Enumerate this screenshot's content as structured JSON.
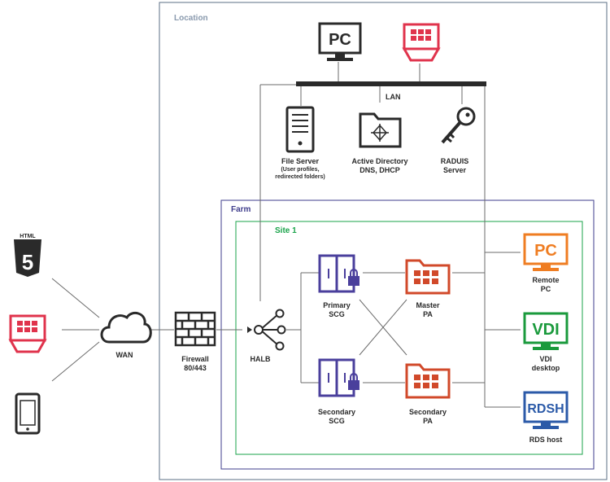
{
  "regions": {
    "location": "Location",
    "farm": "Farm",
    "site": "Site 1",
    "lan": "LAN"
  },
  "nodes": {
    "top_pc": {
      "screen_text": "PC"
    },
    "file_server": {
      "label": "File Server",
      "sublabel_1": "(User profiles,",
      "sublabel_2": "redirected folders)"
    },
    "active_directory": {
      "label_1": "Active Directory",
      "label_2": "DNS, DHCP"
    },
    "radius": {
      "label_1": "RADUIS",
      "label_2": "Server"
    },
    "html5": {
      "top_text": "HTML",
      "digit": "5"
    },
    "wan": {
      "label": "WAN"
    },
    "firewall": {
      "label_1": "Firewall",
      "label_2": "80/443"
    },
    "halb": {
      "label": "HALB"
    },
    "primary_scg": {
      "label_1": "Primary",
      "label_2": "SCG"
    },
    "secondary_scg": {
      "label_1": "Secondary",
      "label_2": "SCG"
    },
    "master_pa": {
      "label_1": "Master",
      "label_2": "PA"
    },
    "secondary_pa": {
      "label_1": "Secondary",
      "label_2": "PA"
    },
    "remote_pc": {
      "screen_text": "PC",
      "label_1": "Remote",
      "label_2": "PC"
    },
    "vdi": {
      "screen_text": "VDI",
      "label_1": "VDI",
      "label_2": "desktop"
    },
    "rdsh": {
      "screen_text": "RDSH",
      "label": "RDS host"
    }
  },
  "colors": {
    "location_border": "#5b6f86",
    "farm_border": "#3f3d8c",
    "site_border": "#1aa34a",
    "thin_client_red": "#e0334c",
    "pa_orange": "#d1492a",
    "scg_purple": "#4a3f9c",
    "remote_pc_orange": "#ef7d22",
    "vdi_green": "#1a9a3c",
    "rdsh_blue": "#2b5aa8",
    "line_gray": "#6b6b6b",
    "icon_dark": "#2a2a2a"
  }
}
